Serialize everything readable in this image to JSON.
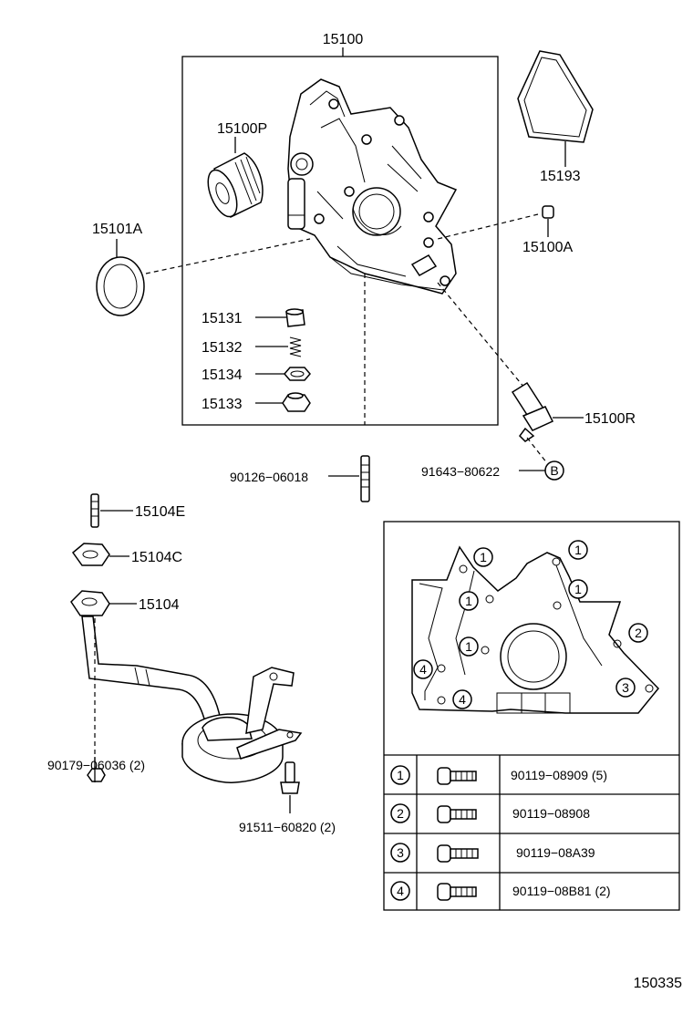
{
  "diagram_id": "150335",
  "main_assembly": {
    "part": "15100"
  },
  "parts": {
    "p15100P": "15100P",
    "p15193": "15193",
    "p15101A": "15101A",
    "p15100A": "15100A",
    "p15131": "15131",
    "p15132": "15132",
    "p15134": "15134",
    "p15133": "15133",
    "p15100R": "15100R",
    "p90126": "90126−06018",
    "p91643": "91643−80622",
    "p15104E": "15104E",
    "p15104C": "15104C",
    "p15104": "15104",
    "p90179": "90179−06036 (2)",
    "p91511": "91511−60820 (2)"
  },
  "callout_B": "B",
  "detail_markers": [
    "1",
    "1",
    "1",
    "1",
    "1",
    "2",
    "3",
    "4",
    "4"
  ],
  "bolt_table": [
    {
      "ref": "1",
      "part": "90119−08909 (5)"
    },
    {
      "ref": "2",
      "part": "90119−08908"
    },
    {
      "ref": "3",
      "part": "90119−08A39"
    },
    {
      "ref": "4",
      "part": "90119−08B81 (2)"
    }
  ]
}
